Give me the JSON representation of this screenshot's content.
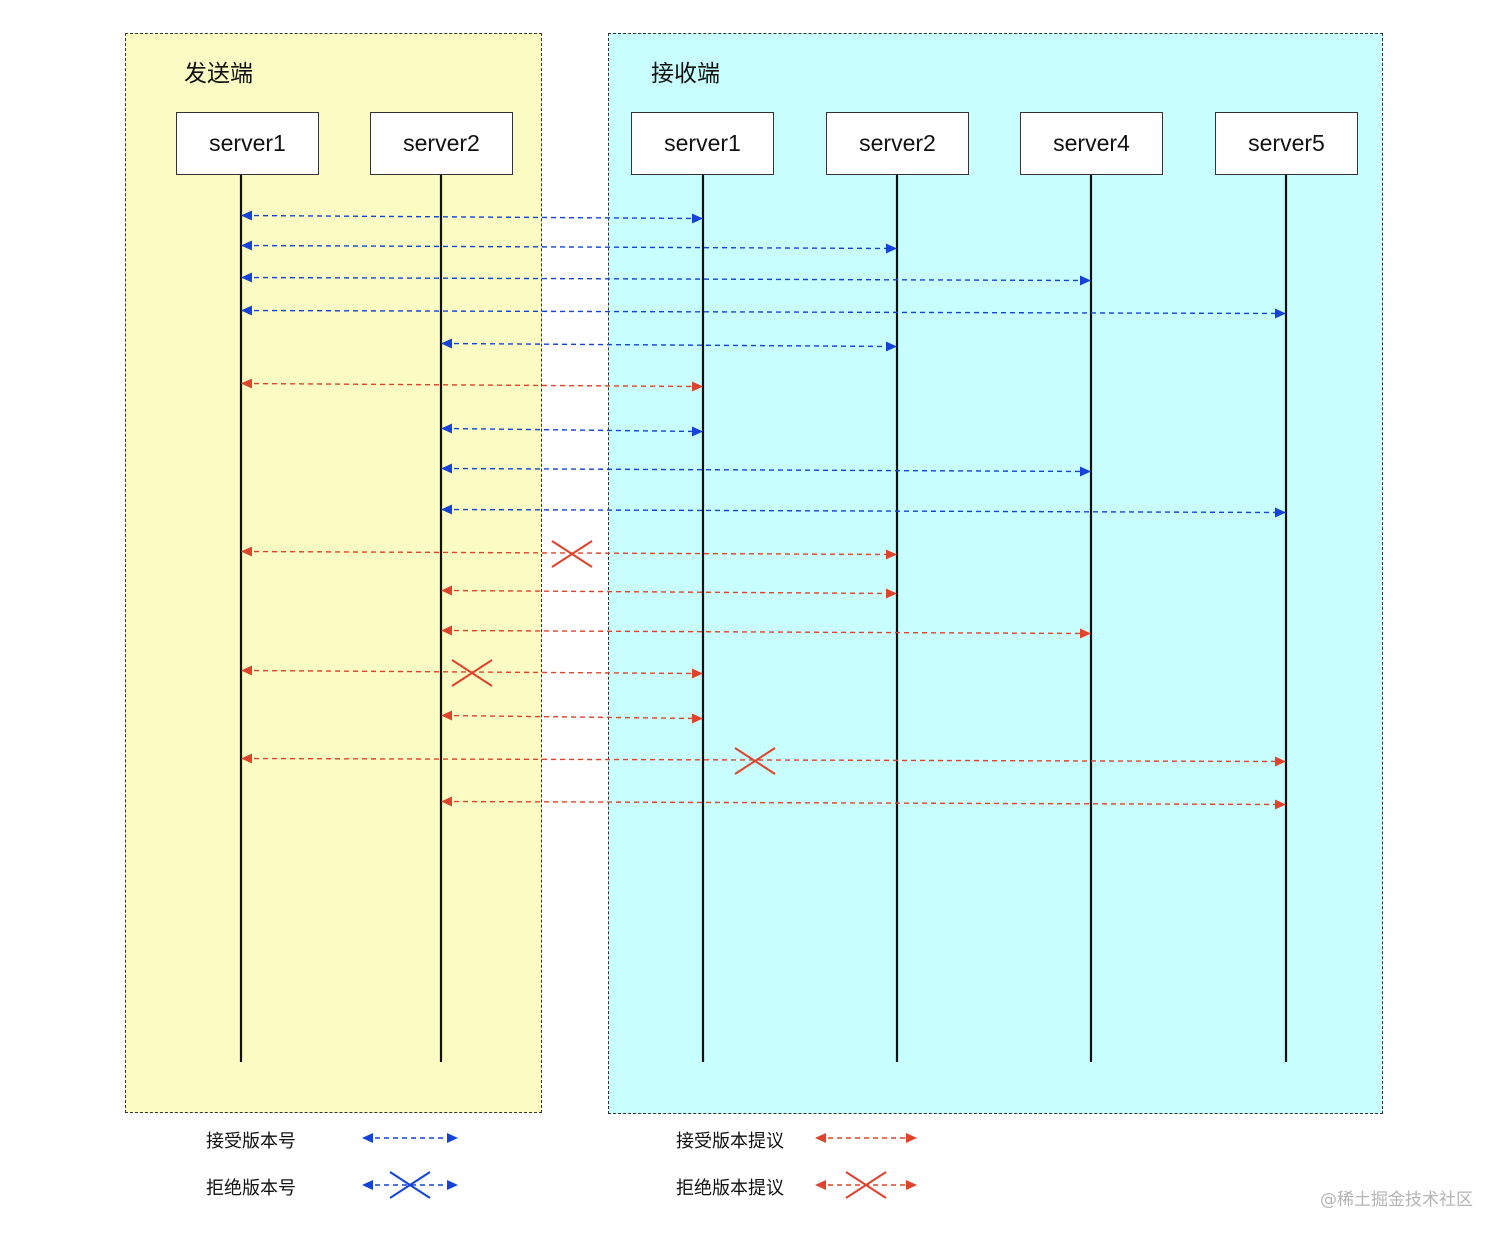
{
  "diagram": {
    "sender": {
      "title": "发送端",
      "fill": "#fbfcc4",
      "nodes": [
        {
          "id": "s1",
          "label": "server1"
        },
        {
          "id": "s2",
          "label": "server2"
        }
      ]
    },
    "receiver": {
      "title": "接收端",
      "fill": "#c9fefe",
      "nodes": [
        {
          "id": "r1",
          "label": "server1"
        },
        {
          "id": "r2",
          "label": "server2"
        },
        {
          "id": "r4",
          "label": "server4"
        },
        {
          "id": "r5",
          "label": "server5"
        }
      ]
    },
    "colors": {
      "version": "#1543d8",
      "proposal": "#e0432b",
      "lifeline": "#111111"
    },
    "messages": [
      {
        "from": "s1",
        "to": "r1",
        "type": "version",
        "rejected": false
      },
      {
        "from": "s1",
        "to": "r2",
        "type": "version",
        "rejected": false
      },
      {
        "from": "s1",
        "to": "r4",
        "type": "version",
        "rejected": false
      },
      {
        "from": "s1",
        "to": "r5",
        "type": "version",
        "rejected": false
      },
      {
        "from": "s2",
        "to": "r2",
        "type": "version",
        "rejected": false
      },
      {
        "from": "s1",
        "to": "r1",
        "type": "proposal",
        "rejected": false
      },
      {
        "from": "s2",
        "to": "r1",
        "type": "version",
        "rejected": false
      },
      {
        "from": "s2",
        "to": "r4",
        "type": "version",
        "rejected": false
      },
      {
        "from": "s2",
        "to": "r5",
        "type": "version",
        "rejected": false
      },
      {
        "from": "s1",
        "to": "r2",
        "type": "proposal",
        "rejected": true
      },
      {
        "from": "s2",
        "to": "r2",
        "type": "proposal",
        "rejected": false
      },
      {
        "from": "s2",
        "to": "r4",
        "type": "proposal",
        "rejected": false
      },
      {
        "from": "s1",
        "to": "r1",
        "type": "proposal",
        "rejected": true
      },
      {
        "from": "s2",
        "to": "r1",
        "type": "proposal",
        "rejected": false
      },
      {
        "from": "s1",
        "to": "r5",
        "type": "proposal",
        "rejected": true
      },
      {
        "from": "s2",
        "to": "r5",
        "type": "proposal",
        "rejected": false
      }
    ],
    "legend": [
      {
        "label": "接受版本号",
        "type": "version",
        "rejected": false
      },
      {
        "label": "拒绝版本号",
        "type": "version",
        "rejected": true
      },
      {
        "label": "接受版本提议",
        "type": "proposal",
        "rejected": false
      },
      {
        "label": "拒绝版本提议",
        "type": "proposal",
        "rejected": true
      }
    ]
  },
  "watermark": "@稀土掘金技术社区"
}
